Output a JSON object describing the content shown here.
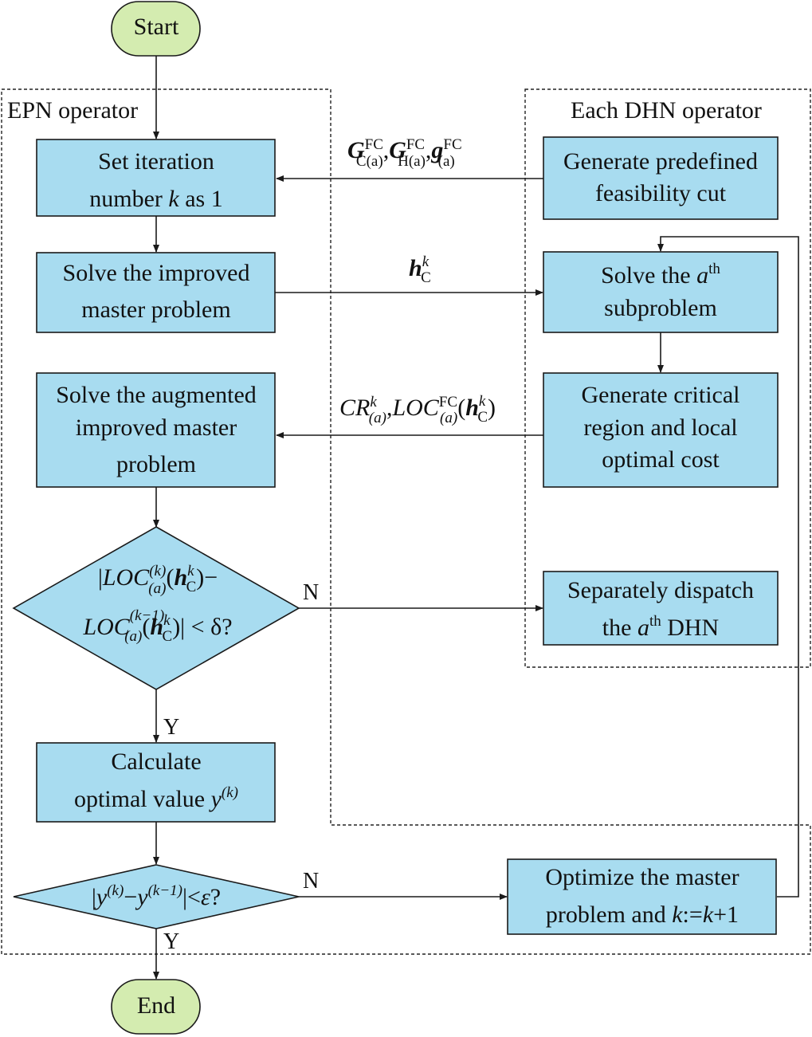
{
  "terminals": {
    "start": "Start",
    "end": "End"
  },
  "groups": {
    "epn": "EPN operator",
    "dhn": "Each DHN operator"
  },
  "boxes": {
    "set_iteration": [
      "Set iteration",
      "number ",
      "k",
      " as 1"
    ],
    "solve_improved": [
      "Solve the improved",
      "master problem"
    ],
    "solve_augmented": [
      "Solve the augmented",
      "improved master",
      "problem"
    ],
    "calculate": [
      "Calculate",
      "optimal value ",
      "y",
      "(k)"
    ],
    "generate_cut": [
      "Generate predefined",
      "feasibility cut"
    ],
    "solve_sub": [
      "Solve the ",
      "a",
      "th",
      "subproblem"
    ],
    "generate_cr": [
      "Generate critical",
      "region and local",
      "optimal cost"
    ],
    "dispatch": [
      "Separately dispatch",
      "the ",
      "a",
      "th",
      " DHN"
    ],
    "optimize": [
      "Optimize the master",
      "problem and ",
      "k",
      ":=",
      "k",
      "+1"
    ]
  },
  "decisions": {
    "d1_line1": [
      "|",
      "LOC",
      "(k)",
      "(a)",
      "(",
      "h",
      "k",
      "C",
      ")−"
    ],
    "d1_line2": [
      "LOC",
      "(k−1)",
      "(a)",
      "(",
      "h",
      "k",
      "C",
      ")| < δ?"
    ],
    "d2": [
      "|",
      "y",
      "(k)",
      "−",
      "y",
      "(k−1)",
      "|<",
      "ε",
      "?"
    ]
  },
  "edge_labels": {
    "n1": "N",
    "y1": "Y",
    "n2": "N",
    "y2": "Y",
    "cut_msg": [
      "G",
      "FC",
      "C(a)",
      ",",
      "G",
      "FC",
      "H(a)",
      ",",
      "g",
      "FC",
      "(a)"
    ],
    "hc_msg": [
      "h",
      "k",
      "C"
    ],
    "cr_msg": [
      "CR",
      "k",
      "(a)",
      ",",
      "LOC",
      "FC",
      "(a)",
      "(",
      "h",
      "k",
      "C",
      ")"
    ]
  }
}
